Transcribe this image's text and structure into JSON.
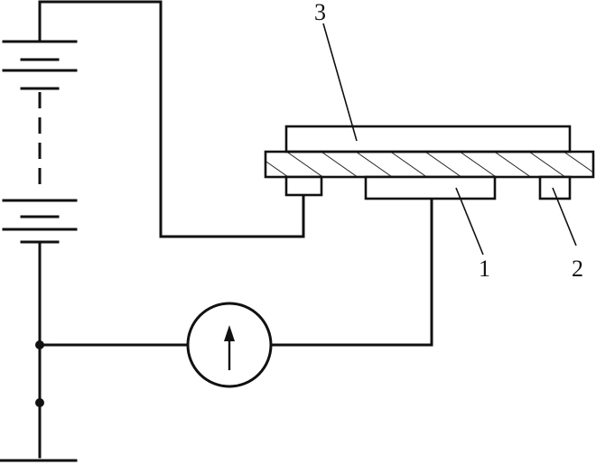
{
  "labels": {
    "electrode_1": "1",
    "electrode_2": "2",
    "electrode_3": "3"
  },
  "colors": {
    "line": "#111111",
    "background": "#ffffff"
  },
  "icons": {
    "meter": "galvanometer-icon",
    "battery": "battery-icon",
    "ground": "ground-icon"
  }
}
